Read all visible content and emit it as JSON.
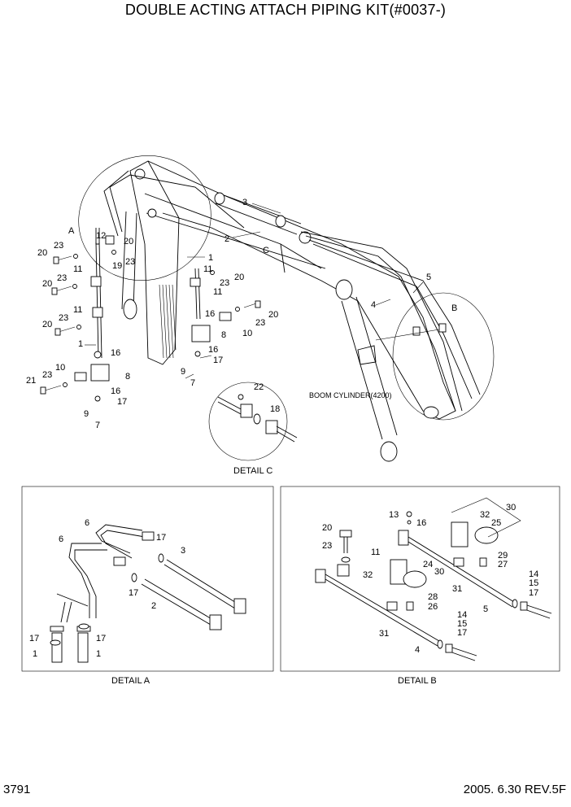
{
  "title": "DOUBLE ACTING ATTACH PIPING KIT(#0037-)",
  "page_number": "3791",
  "date_rev": "2005. 6.30  REV.5F",
  "labels": {
    "detail_a": "DETAIL A",
    "detail_b": "DETAIL B",
    "detail_c": "DETAIL C",
    "boom_cylinder": "BOOM CYLINDER(4200)",
    "callout_a": "A",
    "callout_b": "B",
    "callout_c": "C"
  },
  "parts": {
    "p1": "1",
    "p2": "2",
    "p3": "3",
    "p4": "4",
    "p5": "5",
    "p6": "6",
    "p7": "7",
    "p8": "8",
    "p9": "9",
    "p10": "10",
    "p11": "11",
    "p12": "12",
    "p13": "13",
    "p14": "14",
    "p15": "15",
    "p16": "16",
    "p17": "17",
    "p18": "18",
    "p19": "19",
    "p20": "20",
    "p21": "21",
    "p22": "22",
    "p23": "23",
    "p24": "24",
    "p25": "25",
    "p26": "26",
    "p27": "27",
    "p28": "28",
    "p29": "29",
    "p30": "30",
    "p31": "31",
    "p32": "32"
  }
}
